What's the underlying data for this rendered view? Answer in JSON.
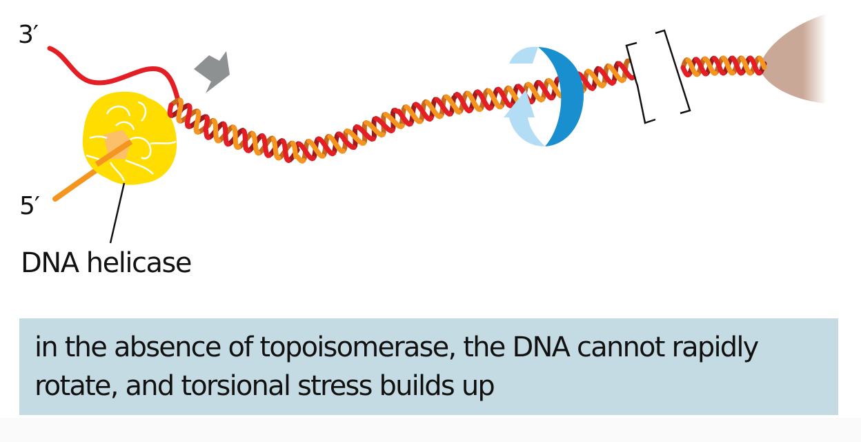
{
  "diagram": {
    "labels": {
      "three_prime": "3′",
      "five_prime": "5′",
      "helicase": "DNA helicase"
    },
    "caption": "in the absence of topoisomerase, the DNA cannot rapidly rotate, and torsional stress builds up",
    "elements": [
      {
        "name": "dna-helicase",
        "description": "yellow globular protein unwinding DNA"
      },
      {
        "name": "leading-strand-3prime",
        "description": "red single strand ending at 3′"
      },
      {
        "name": "lagging-strand-5prime",
        "description": "orange single strand ending at 5′"
      },
      {
        "name": "direction-arrow",
        "description": "gray arrow indicating helicase movement"
      },
      {
        "name": "rotation-arrow",
        "description": "blue circular arrow indicating DNA rotation"
      },
      {
        "name": "break-bracket",
        "description": "bracket indicating long omitted DNA segment"
      },
      {
        "name": "anchor",
        "description": "tan anchored end of DNA"
      }
    ],
    "colors": {
      "strand_red": "#e31e24",
      "strand_red_dark": "#9b1b1f",
      "strand_orange": "#f3951f",
      "strand_orange_dark": "#c4681f",
      "helicase_yellow": "#ffdd00",
      "helicase_core": "#fcbf6a",
      "arrow_gray": "#8e9192",
      "rotation_dark": "#1a8fcf",
      "rotation_light": "#b3ddf4",
      "anchor_tan": "#c9a897",
      "caption_bg": "#c5dbe3"
    }
  }
}
